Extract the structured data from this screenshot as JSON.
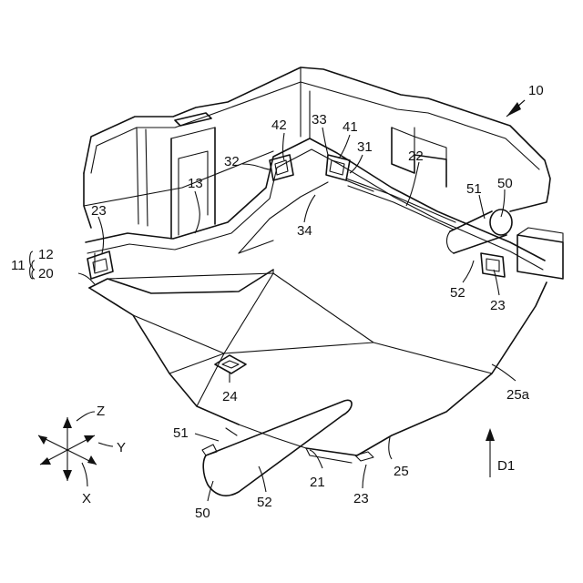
{
  "labels": {
    "ref_10": "10",
    "ref_11": "11",
    "ref_12": "12",
    "ref_20": "20",
    "ref_13": "13",
    "ref_21": "21",
    "ref_22": "22",
    "ref_23_a": "23",
    "ref_23_b": "23",
    "ref_23_c": "23",
    "ref_24": "24",
    "ref_25": "25",
    "ref_25a": "25a",
    "ref_31": "31",
    "ref_32": "32",
    "ref_33": "33",
    "ref_34": "34",
    "ref_41": "41",
    "ref_42": "42",
    "ref_50_a": "50",
    "ref_50_b": "50",
    "ref_51_a": "51",
    "ref_51_b": "51",
    "ref_52_a": "52",
    "ref_52_b": "52",
    "direction_d1": "D1"
  },
  "axes": {
    "z": "Z",
    "y": "Y",
    "x": "X"
  }
}
